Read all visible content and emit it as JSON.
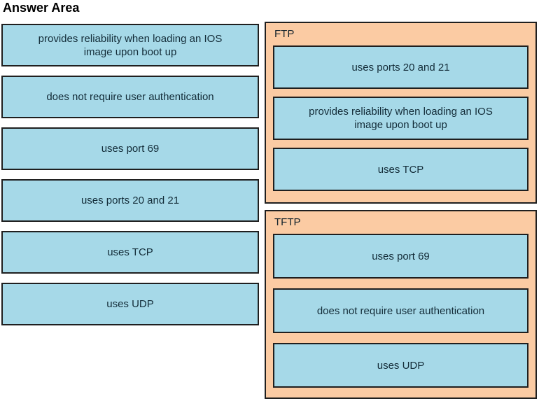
{
  "title": "Answer Area",
  "colors": {
    "item_fill": "#a6d9e8",
    "drop_zone_fill": "#fbcba3",
    "border": "#1f1f1f",
    "text": "#132c38",
    "title_text": "#000000"
  },
  "source_items": [
    "provides reliability when loading an IOS image upon boot up",
    "does not require user authentication",
    "uses port 69",
    "uses ports 20 and 21",
    "uses TCP",
    "uses UDP"
  ],
  "targets": {
    "ftp": {
      "label": "FTP",
      "items": [
        "uses ports 20 and 21",
        "provides reliability when loading an IOS image upon boot up",
        "uses TCP"
      ]
    },
    "tftp": {
      "label": "TFTP",
      "items": [
        "uses port 69",
        "does not require user authentication",
        "uses UDP"
      ]
    }
  }
}
